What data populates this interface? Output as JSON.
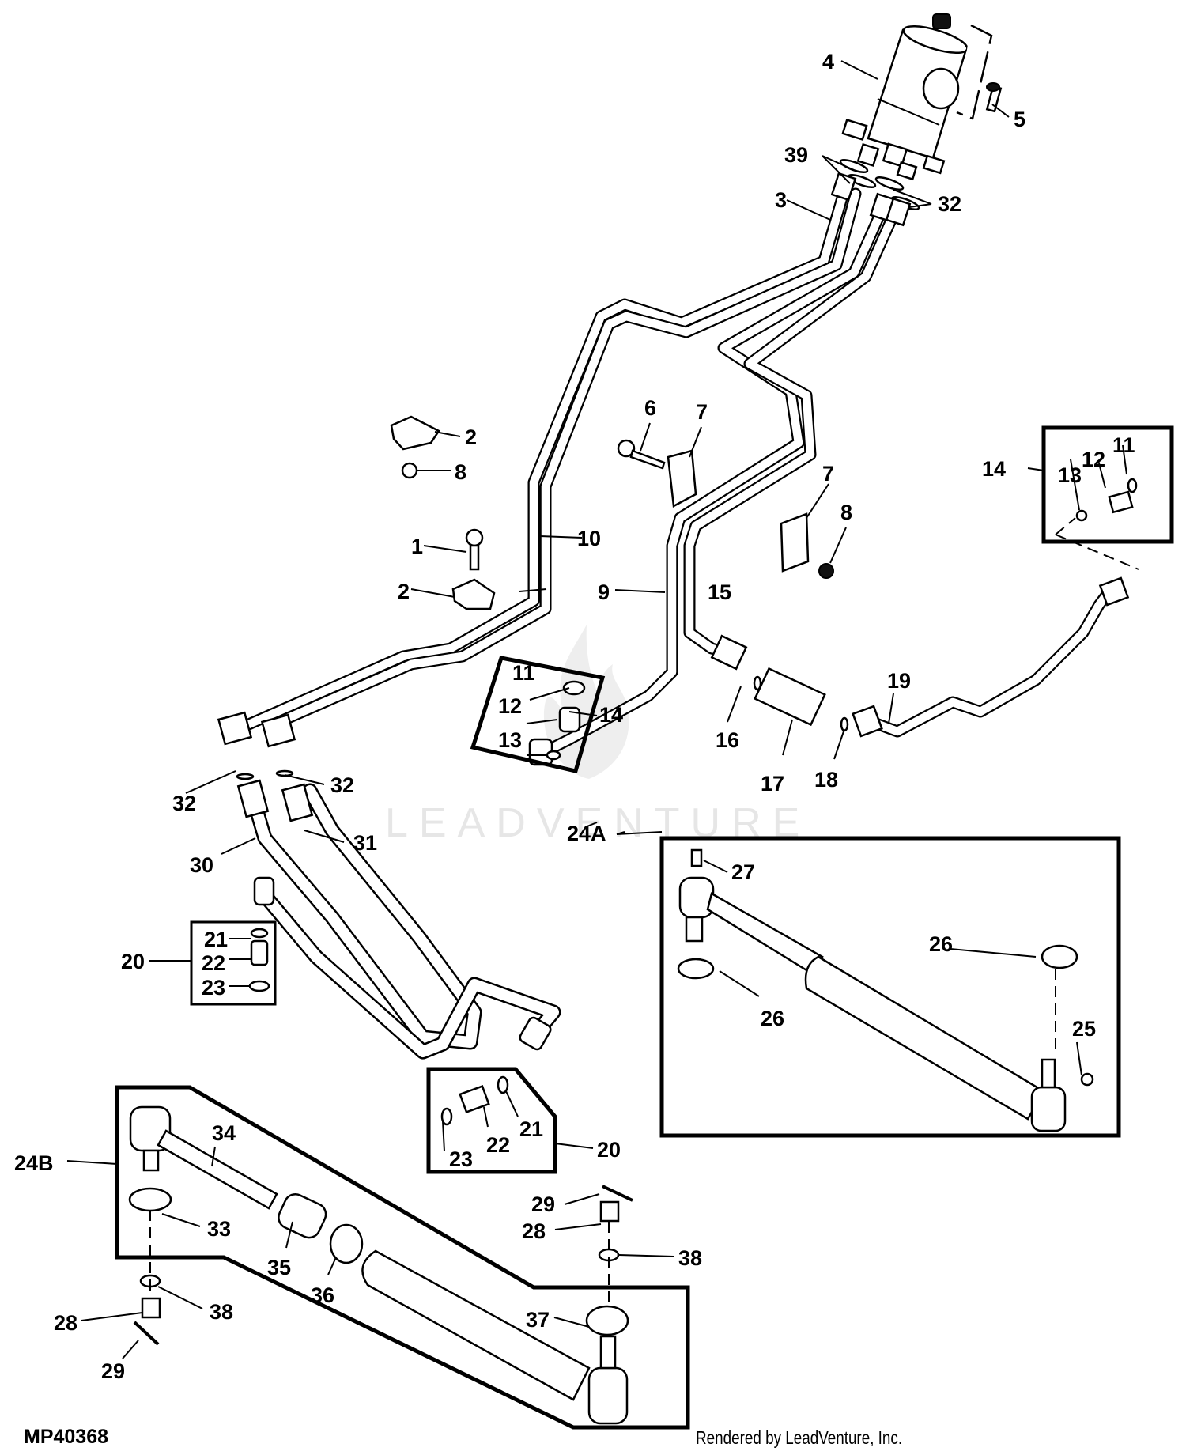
{
  "diagram": {
    "figure_id": "MP40368",
    "credit": "Rendered by LeadVenture, Inc.",
    "watermark": "LEADVENTURE",
    "callouts": {
      "c1": "1",
      "c2a": "2",
      "c2b": "2",
      "c3": "3",
      "c4": "4",
      "c5": "5",
      "c6": "6",
      "c7a": "7",
      "c7b": "7",
      "c8a": "8",
      "c8b": "8",
      "c9": "9",
      "c10": "10",
      "c11a": "11",
      "c12a": "12",
      "c13a": "13",
      "c14a": "14",
      "c11b": "11",
      "c12b": "12",
      "c13b": "13",
      "c14b": "14",
      "c15": "15",
      "c16": "16",
      "c17": "17",
      "c18": "18",
      "c19": "19",
      "c20a": "20",
      "c21a": "21",
      "c22a": "22",
      "c23a": "23",
      "c20b": "20",
      "c21b": "21",
      "c22b": "22",
      "c23b": "23",
      "c24a": "24A",
      "c25": "25",
      "c26a": "26",
      "c26b": "26",
      "c27": "27",
      "c24b": "24B",
      "c28a": "28",
      "c29a": "29",
      "c38a": "38",
      "c28b": "28",
      "c29b": "29",
      "c38b": "38",
      "c30": "30",
      "c31": "31",
      "c32a": "32",
      "c32b": "32",
      "c32c": "32",
      "c33": "33",
      "c34": "34",
      "c35": "35",
      "c36": "36",
      "c37": "37",
      "c39": "39"
    }
  }
}
